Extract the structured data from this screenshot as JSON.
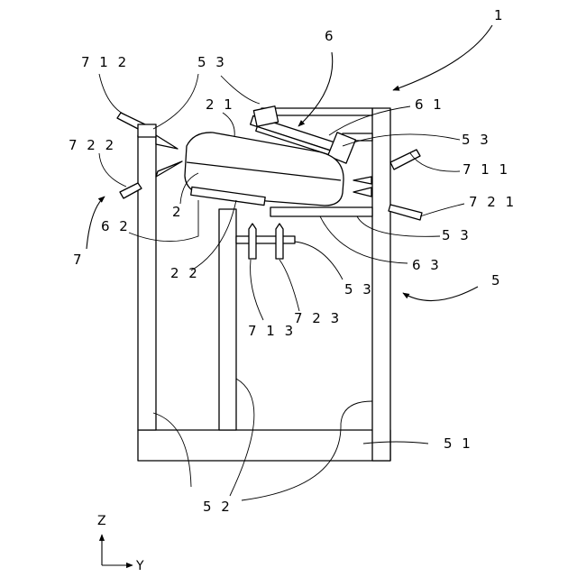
{
  "labels": {
    "l1": "1",
    "l2": "2",
    "l5": "5",
    "l6": "6",
    "l7": "7",
    "l21": "2 1",
    "l22": "2 2",
    "l51": "5 1",
    "l52": "5 2",
    "l53a": "5 3",
    "l53b": "5 3",
    "l53c": "5 3",
    "l53d": "5 3",
    "l61": "6 1",
    "l62": "6 2",
    "l63": "6 3",
    "l711": "7 1 1",
    "l712": "7 1 2",
    "l713": "7 1 3",
    "l721": "7 2 1",
    "l722": "7 2 2",
    "l723": "7 2 3"
  },
  "axes": {
    "z": "Z",
    "y": "Y"
  }
}
